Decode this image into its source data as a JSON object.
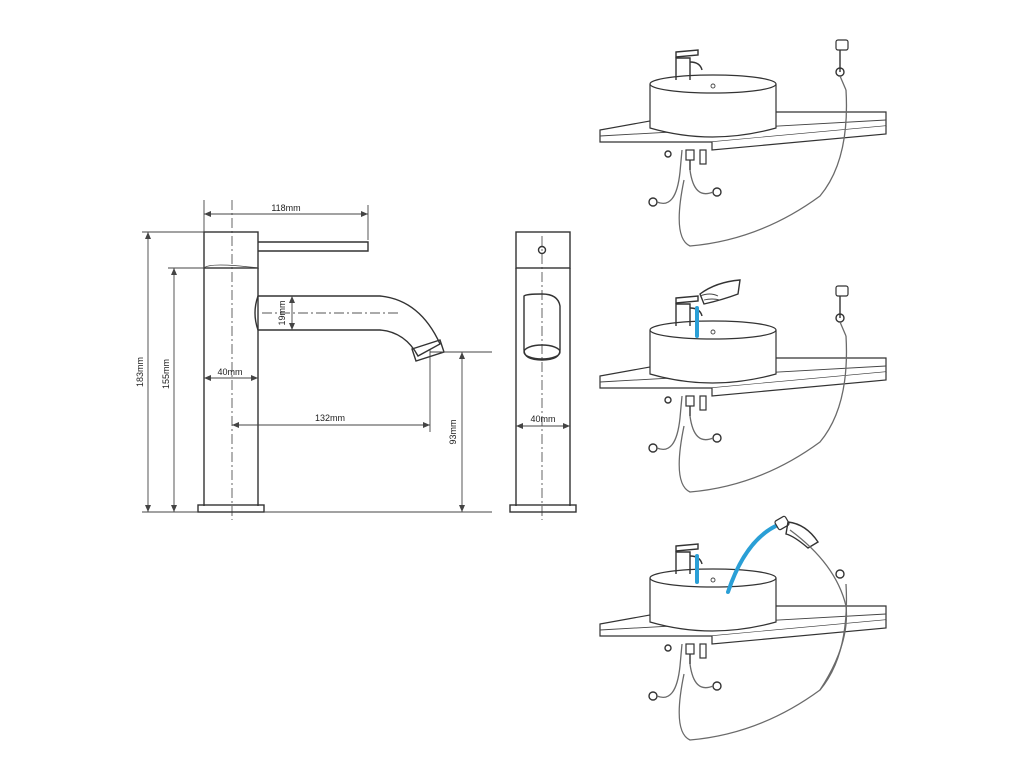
{
  "dimensions": {
    "spout_reach_top": "118mm",
    "total_height": "183mm",
    "body_height": "155mm",
    "outlet_diameter": "19mm",
    "body_diameter_front": "40mm",
    "spout_reach": "132mm",
    "outlet_height": "93mm",
    "body_diameter_side": "40mm"
  },
  "installation_steps": [
    {
      "state": "idle"
    },
    {
      "state": "faucet-in-use"
    },
    {
      "state": "spray-hose-in-use"
    }
  ],
  "colors": {
    "line": "#333333",
    "water": "#2a9fd6"
  }
}
